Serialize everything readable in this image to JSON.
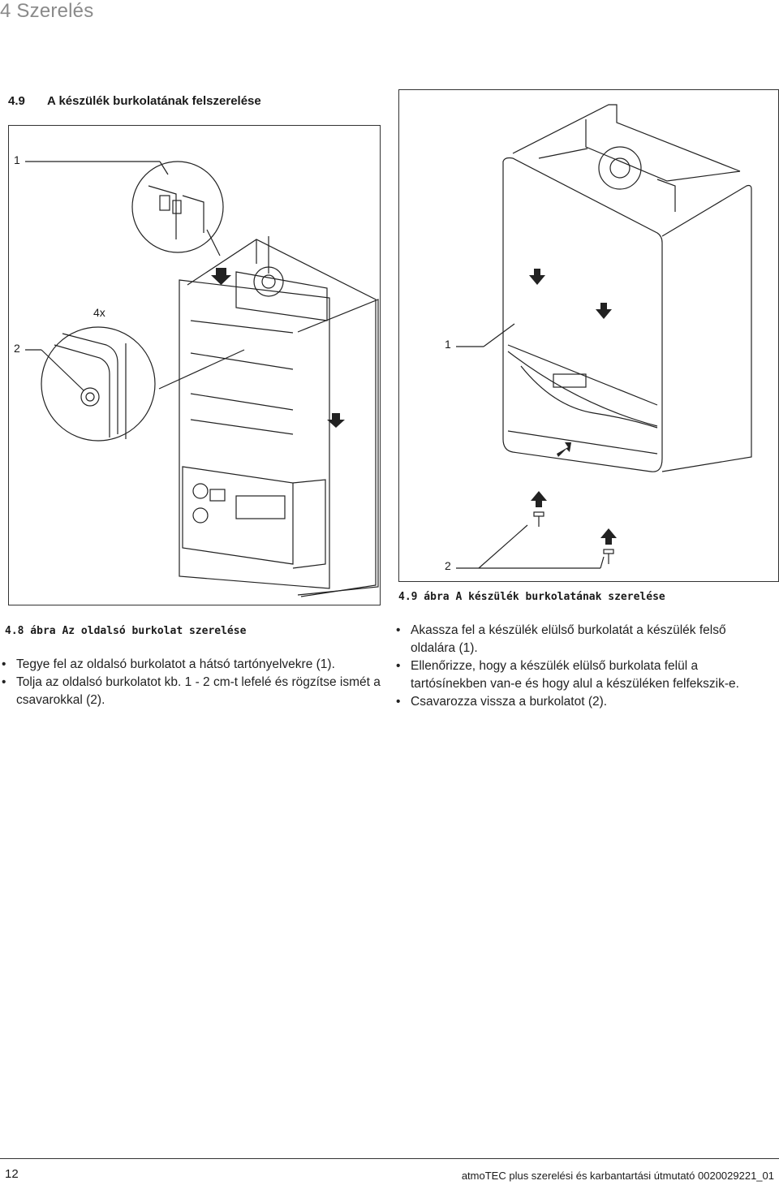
{
  "header": {
    "chapter": "4 Szerelés"
  },
  "section": {
    "number": "4.9",
    "title": "A készülék burkolatának felszerelése"
  },
  "figure_left": {
    "labels": {
      "one": "1",
      "four_x": "4x",
      "two": "2"
    },
    "caption": "4.8 ábra Az oldalsó burkolat szerelése",
    "icons": [
      "detail-magnifier",
      "down-arrow",
      "screw"
    ]
  },
  "figure_right": {
    "labels": {
      "one": "1",
      "two": "2"
    },
    "caption": "4.9 ábra A készülék burkolatának szerelése",
    "icons": [
      "down-arrow",
      "up-arrow",
      "screw"
    ]
  },
  "left_steps": [
    "Tegye fel az oldalsó burkolatot a hátsó tartónyelvekre (1).",
    "Tolja az oldalsó burkolatot kb. 1 - 2 cm-t lefelé és rögzítse ismét a csavarokkal (2)."
  ],
  "right_steps": [
    "Akassza fel a készülék elülső burkolatát a készülék felső oldalára (1).",
    "Ellenőrizze, hogy a készülék elülső burkolata felül a tartósínekben van-e és hogy alul a készüléken felfekszik-e.",
    "Csavarozza vissza a burkolatot (2)."
  ],
  "footer": {
    "page_number": "12",
    "doc_title": "atmoTEC plus szerelési és karbantartási útmutató 0020029221_01"
  }
}
